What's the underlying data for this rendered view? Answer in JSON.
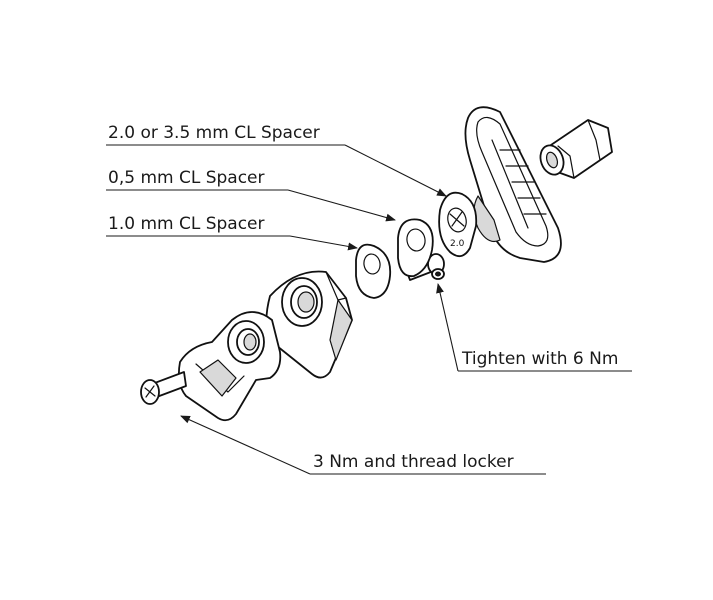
{
  "labels": {
    "spacer_2_0_or_3_5": "2.0 or 3.5 mm CL Spacer",
    "spacer_0_5": "0,5 mm CL Spacer",
    "spacer_1_0": "1.0 mm CL Spacer",
    "tighten": "Tighten with 6 Nm",
    "thread_locker": "3 Nm and thread locker"
  },
  "part_markings": {
    "spacer_thickness": "2.0"
  }
}
